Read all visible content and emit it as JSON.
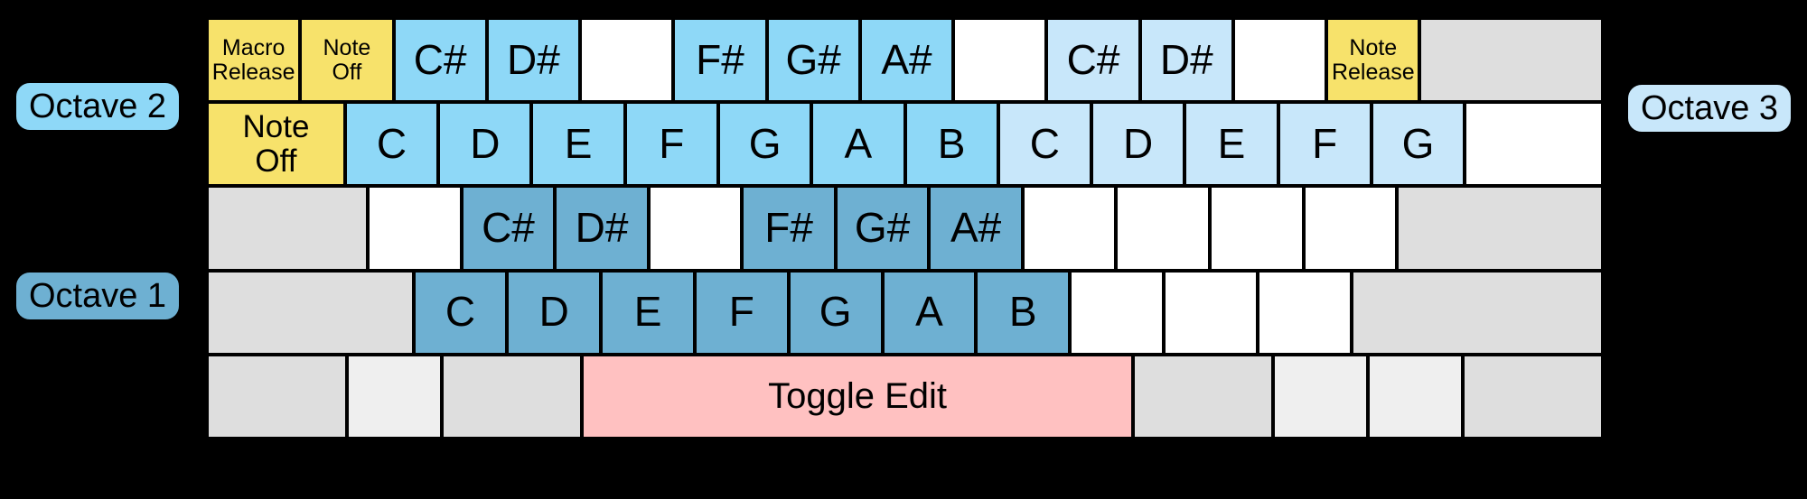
{
  "colors": {
    "bg": "#000000",
    "border": "#000000",
    "text": "#000000",
    "octave1": "#6EB0D2",
    "octave2": "#8ED8F7",
    "octave3": "#C8E7FA",
    "macro": "#F7E26B",
    "space": "#FFC1C1",
    "mod": "#DEDEDE",
    "modlight": "#EFEFEF",
    "blank": "#FFFFFF"
  },
  "badges": {
    "octave2": {
      "label": "Octave 2"
    },
    "octave1": {
      "label": "Octave 1"
    },
    "octave3": {
      "label": "Octave 3"
    }
  },
  "keyboard": {
    "rows": [
      {
        "keys": [
          {
            "name": "key-macro-release",
            "label": "Macro\nRelease",
            "type": "macro",
            "u": 1,
            "size": "sm"
          },
          {
            "name": "key-note-off",
            "label": "Note\nOff",
            "type": "macro",
            "u": 1,
            "size": "sm"
          },
          {
            "name": "key-note-csharp-octave2",
            "label": "C#",
            "type": "octave2",
            "u": 1
          },
          {
            "name": "key-note-dsharp-octave2",
            "label": "D#",
            "type": "octave2",
            "u": 1
          },
          {
            "name": "key-unmapped",
            "label": "",
            "type": "blank",
            "u": 1
          },
          {
            "name": "key-note-fsharp-octave2",
            "label": "F#",
            "type": "octave2",
            "u": 1
          },
          {
            "name": "key-note-gsharp-octave2",
            "label": "G#",
            "type": "octave2",
            "u": 1
          },
          {
            "name": "key-note-asharp-octave2",
            "label": "A#",
            "type": "octave2",
            "u": 1
          },
          {
            "name": "key-unmapped",
            "label": "",
            "type": "blank",
            "u": 1
          },
          {
            "name": "key-note-csharp-octave3",
            "label": "C#",
            "type": "octave3",
            "u": 1
          },
          {
            "name": "key-note-dsharp-octave3",
            "label": "D#",
            "type": "octave3",
            "u": 1
          },
          {
            "name": "key-unmapped",
            "label": "",
            "type": "blank",
            "u": 1
          },
          {
            "name": "key-note-release",
            "label": "Note\nRelease",
            "type": "macro",
            "u": 1,
            "size": "sm"
          },
          {
            "name": "key-modifier-gray",
            "label": "",
            "type": "mod",
            "u": 2
          }
        ]
      },
      {
        "keys": [
          {
            "name": "key-note-off-wide",
            "label": "Note\nOff",
            "type": "macro",
            "u": 1.5,
            "size": "md"
          },
          {
            "name": "key-note-c-octave2",
            "label": "C",
            "type": "octave2",
            "u": 1
          },
          {
            "name": "key-note-d-octave2",
            "label": "D",
            "type": "octave2",
            "u": 1
          },
          {
            "name": "key-note-e-octave2",
            "label": "E",
            "type": "octave2",
            "u": 1
          },
          {
            "name": "key-note-f-octave2",
            "label": "F",
            "type": "octave2",
            "u": 1
          },
          {
            "name": "key-note-g-octave2",
            "label": "G",
            "type": "octave2",
            "u": 1
          },
          {
            "name": "key-note-a-octave2",
            "label": "A",
            "type": "octave2",
            "u": 1
          },
          {
            "name": "key-note-b-octave2",
            "label": "B",
            "type": "octave2",
            "u": 1
          },
          {
            "name": "key-note-c-octave3",
            "label": "C",
            "type": "octave3",
            "u": 1
          },
          {
            "name": "key-note-d-octave3",
            "label": "D",
            "type": "octave3",
            "u": 1
          },
          {
            "name": "key-note-e-octave3",
            "label": "E",
            "type": "octave3",
            "u": 1
          },
          {
            "name": "key-note-f-octave3",
            "label": "F",
            "type": "octave3",
            "u": 1
          },
          {
            "name": "key-note-g-octave3",
            "label": "G",
            "type": "octave3",
            "u": 1
          },
          {
            "name": "key-unmapped",
            "label": "",
            "type": "blank",
            "u": 1.5
          }
        ]
      },
      {
        "keys": [
          {
            "name": "key-modifier-gray",
            "label": "",
            "type": "mod",
            "u": 1.75
          },
          {
            "name": "key-unmapped",
            "label": "",
            "type": "blank",
            "u": 1
          },
          {
            "name": "key-note-csharp-octave1",
            "label": "C#",
            "type": "octave1",
            "u": 1
          },
          {
            "name": "key-note-dsharp-octave1",
            "label": "D#",
            "type": "octave1",
            "u": 1
          },
          {
            "name": "key-unmapped",
            "label": "",
            "type": "blank",
            "u": 1
          },
          {
            "name": "key-note-fsharp-octave1",
            "label": "F#",
            "type": "octave1",
            "u": 1
          },
          {
            "name": "key-note-gsharp-octave1",
            "label": "G#",
            "type": "octave1",
            "u": 1
          },
          {
            "name": "key-note-asharp-octave1",
            "label": "A#",
            "type": "octave1",
            "u": 1
          },
          {
            "name": "key-unmapped",
            "label": "",
            "type": "blank",
            "u": 1
          },
          {
            "name": "key-unmapped",
            "label": "",
            "type": "blank",
            "u": 1
          },
          {
            "name": "key-unmapped",
            "label": "",
            "type": "blank",
            "u": 1
          },
          {
            "name": "key-unmapped",
            "label": "",
            "type": "blank",
            "u": 1
          },
          {
            "name": "key-modifier-gray",
            "label": "",
            "type": "mod",
            "u": 2.25
          }
        ]
      },
      {
        "keys": [
          {
            "name": "key-modifier-gray",
            "label": "",
            "type": "mod",
            "u": 2.25
          },
          {
            "name": "key-note-c-octave1",
            "label": "C",
            "type": "octave1",
            "u": 1
          },
          {
            "name": "key-note-d-octave1",
            "label": "D",
            "type": "octave1",
            "u": 1
          },
          {
            "name": "key-note-e-octave1",
            "label": "E",
            "type": "octave1",
            "u": 1
          },
          {
            "name": "key-note-f-octave1",
            "label": "F",
            "type": "octave1",
            "u": 1
          },
          {
            "name": "key-note-g-octave1",
            "label": "G",
            "type": "octave1",
            "u": 1
          },
          {
            "name": "key-note-a-octave1",
            "label": "A",
            "type": "octave1",
            "u": 1
          },
          {
            "name": "key-note-b-octave1",
            "label": "B",
            "type": "octave1",
            "u": 1
          },
          {
            "name": "key-unmapped",
            "label": "",
            "type": "blank",
            "u": 1
          },
          {
            "name": "key-unmapped",
            "label": "",
            "type": "blank",
            "u": 1
          },
          {
            "name": "key-unmapped",
            "label": "",
            "type": "blank",
            "u": 1
          },
          {
            "name": "key-modifier-gray",
            "label": "",
            "type": "mod",
            "u": 2.75
          }
        ]
      },
      {
        "keys": [
          {
            "name": "key-modifier-gray",
            "label": "",
            "type": "mod",
            "u": 1.5
          },
          {
            "name": "key-modifier-light",
            "label": "",
            "type": "modlight",
            "u": 1
          },
          {
            "name": "key-modifier-gray",
            "label": "",
            "type": "mod",
            "u": 1.5
          },
          {
            "name": "key-toggle-edit",
            "label": "Toggle Edit",
            "type": "space",
            "u": 6
          },
          {
            "name": "key-modifier-gray",
            "label": "",
            "type": "mod",
            "u": 1.5
          },
          {
            "name": "key-modifier-light",
            "label": "",
            "type": "modlight",
            "u": 1
          },
          {
            "name": "key-modifier-light",
            "label": "",
            "type": "modlight",
            "u": 1
          },
          {
            "name": "key-modifier-gray",
            "label": "",
            "type": "mod",
            "u": 1.5
          }
        ]
      }
    ]
  }
}
